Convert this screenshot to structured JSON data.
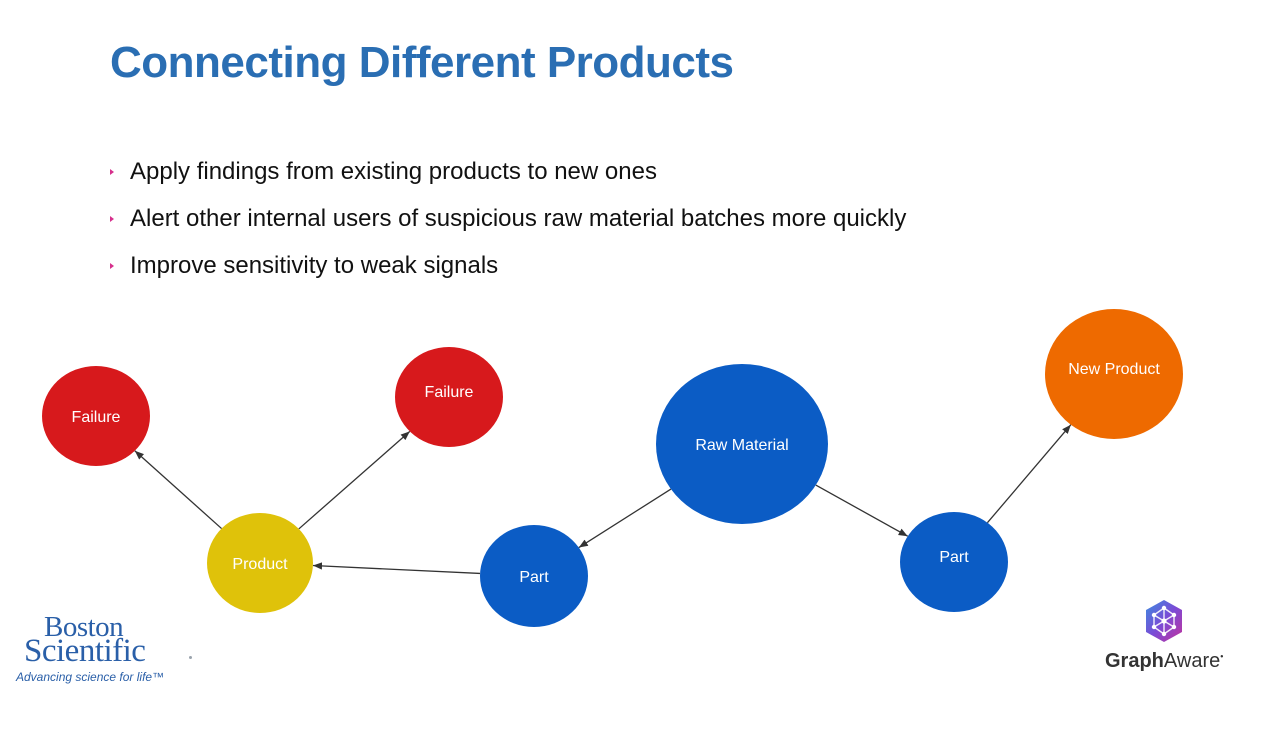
{
  "slide": {
    "title": "Connecting Different Products",
    "bullets": [
      "Apply findings from existing products to new ones",
      "Alert other internal users of suspicious raw material batches more quickly",
      "Improve sensitivity to weak signals"
    ]
  },
  "diagram": {
    "nodes": [
      {
        "id": "failure1",
        "label": "Failure",
        "color": "#d7191c"
      },
      {
        "id": "failure2",
        "label": "Failure",
        "color": "#d7191c"
      },
      {
        "id": "product",
        "label": "Product",
        "color": "#dfc20a"
      },
      {
        "id": "raw_material",
        "label": "Raw Material",
        "color": "#0b5cc5"
      },
      {
        "id": "part1",
        "label": "Part",
        "color": "#0b5cc5"
      },
      {
        "id": "part2",
        "label": "Part",
        "color": "#0b5cc5"
      },
      {
        "id": "new_product",
        "label": "New Product",
        "color": "#ee6a00"
      }
    ],
    "edges": [
      {
        "from": "product",
        "to": "failure1"
      },
      {
        "from": "product",
        "to": "failure2"
      },
      {
        "from": "part1",
        "to": "product"
      },
      {
        "from": "raw_material",
        "to": "part1"
      },
      {
        "from": "raw_material",
        "to": "part2"
      },
      {
        "from": "part2",
        "to": "new_product"
      }
    ],
    "edge_color": "#333333"
  },
  "logos": {
    "boston_scientific": {
      "line1": "Boston",
      "line2": "Scientific",
      "tagline": "Advancing science for life™",
      "color": "#2a5fa8"
    },
    "graphaware": {
      "text_bold": "Graph",
      "text_regular": "Aware",
      "trademark": "•",
      "icon": "hexagon-graph-icon"
    }
  }
}
